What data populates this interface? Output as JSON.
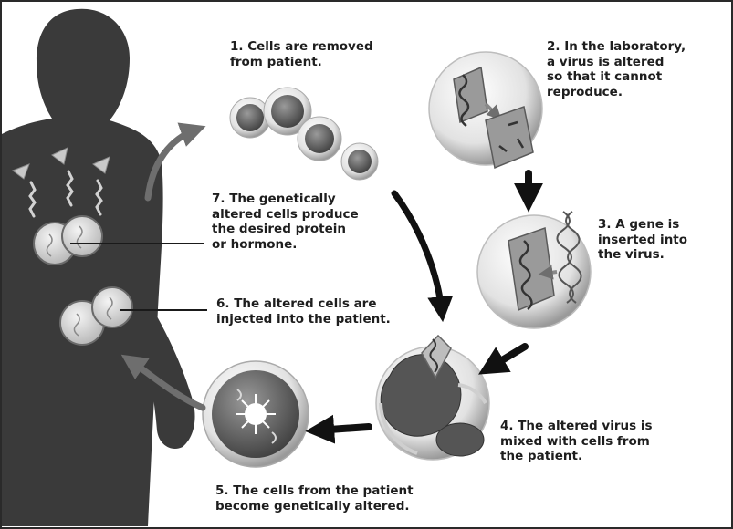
{
  "steps": {
    "s1": "1. Cells are removed\n    from patient.",
    "s2": "2. In the laboratory,\n    a virus is altered\n    so that it cannot\n    reproduce.",
    "s3": "3. A gene is\n    inserted into\n    the virus.",
    "s4": "4. The altered virus is\n    mixed with cells from\n    the patient.",
    "s5": "5. The cells from the patient\n    become genetically altered.",
    "s6": "6. The altered cells are\n    injected into the patient.",
    "s7": "7. The genetically\n    altered cells produce\n    the desired protein\n    or hormone."
  }
}
